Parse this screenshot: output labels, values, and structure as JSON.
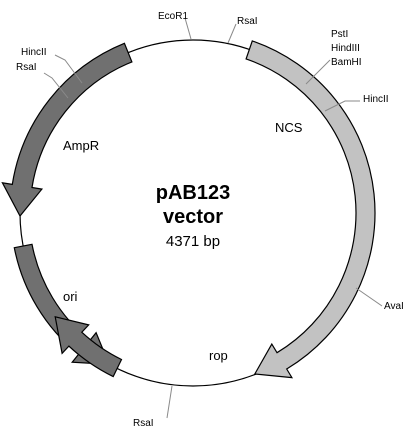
{
  "plasmid": {
    "name": "pAB123",
    "type": "vector",
    "size": "4371 bp"
  },
  "features": [
    {
      "name": "AmpR",
      "color": "#707070"
    },
    {
      "name": "NCS",
      "color": "#c2c2c2"
    },
    {
      "name": "ori",
      "color": "#707070"
    },
    {
      "name": "rop",
      "color": "#707070"
    }
  ],
  "sites": [
    "EcoR1",
    "RsaI",
    "PstI",
    "HindIII",
    "BamHI",
    "HincII",
    "AvaI",
    "RsaI",
    "HincII",
    "RsaI"
  ]
}
